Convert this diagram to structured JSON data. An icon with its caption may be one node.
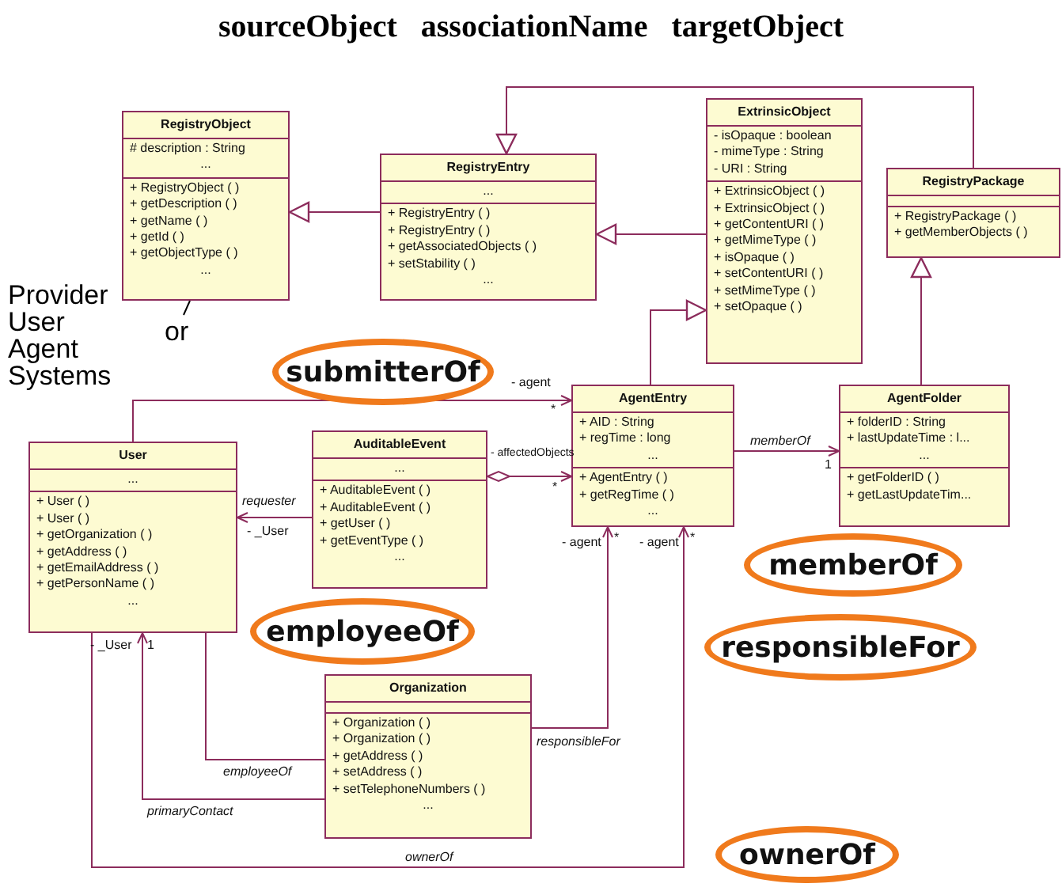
{
  "diagram": {
    "title": "sourceObject   associationName   targetObject",
    "nodes": [
      {
        "text": [
          "RegistryObject",
          "# description : String",
          "...",
          "+ RegistryObject ( )",
          "+ getDescription ( )",
          "+ getName ( )",
          "+ getId ( )",
          "+ getObjectType ( )",
          "..."
        ]
      },
      {
        "text": [
          "RegistryEntry",
          "...",
          "+ RegistryEntry ( )",
          "+ RegistryEntry ( )",
          "+ getAssociatedObjects ( )",
          "+ setStability ( )",
          "..."
        ]
      },
      {
        "text": [
          "ExtrinsicObject",
          "- isOpaque : boolean",
          "- mimeType : String",
          "- URI : String",
          "+ ExtrinsicObject ( )",
          "+ ExtrinsicObject ( )",
          "+ getContentURI ( )",
          "+ getMimeType ( )",
          "+ isOpaque ( )",
          "+ setContentURI ( )",
          "+ setMimeType ( )",
          "+ setOpaque ( )"
        ]
      },
      {
        "text": [
          "RegistryPackage",
          "+ RegistryPackage ( )",
          "+ getMemberObjects ( )"
        ]
      },
      {
        "text": [
          "User",
          "...",
          "+ User ( )",
          "+ User ( )",
          "+ getOrganization ( )",
          "+ getAddress ( )",
          "+ getEmailAddress ( )",
          "+ getPersonName ( )",
          "..."
        ]
      },
      {
        "text": [
          "AuditableEvent",
          "...",
          "+ AuditableEvent ( )",
          "+ AuditableEvent ( )",
          "+ getUser ( )",
          "+ getEventType ( )",
          "..."
        ]
      },
      {
        "text": [
          "AgentEntry",
          "+ AID : String",
          "+ regTime : long",
          "...",
          "+ AgentEntry ( )",
          "+ getRegTime ( )",
          "..."
        ]
      },
      {
        "text": [
          "AgentFolder",
          "+ folderID : String",
          "+ lastUpdateTime : l...",
          "...",
          "+ getFolderID ( )",
          "+ getLastUpdateTim..."
        ]
      },
      {
        "text": [
          "Organization",
          "+ Organization ( )",
          "+ Organization ( )",
          "+ getAddress ( )",
          "+ setAddress ( )",
          "+ setTelephoneNumbers ( )",
          "..."
        ]
      },
      {
        "text": [
          "submitterOf"
        ]
      },
      {
        "text": [
          "memberOf"
        ]
      },
      {
        "text": [
          "responsibleFor"
        ]
      },
      {
        "text": [
          "employeeOf"
        ]
      },
      {
        "text": [
          "ownerOf"
        ]
      }
    ],
    "edges": [
      {
        "from": 1,
        "to": 0,
        "arrow": "to"
      },
      {
        "from": 2,
        "to": 1,
        "arrow": "to"
      },
      {
        "from": 3,
        "to": 1,
        "arrow": "to"
      },
      {
        "from": 6,
        "to": 2,
        "arrow": "to"
      },
      {
        "from": 7,
        "to": 3,
        "arrow": "to"
      },
      {
        "from": 4,
        "to": 6,
        "arrow": "to"
      },
      {
        "from": 5,
        "to": 6,
        "arrow": "to"
      },
      {
        "from": 5,
        "to": 4,
        "arrow": "to",
        "label": "requester"
      },
      {
        "from": 6,
        "to": 7,
        "arrow": "to",
        "label": "memberOf"
      },
      {
        "from": 4,
        "to": 8,
        "arrow": "none",
        "label": "employeeOf"
      },
      {
        "from": 8,
        "to": 4,
        "arrow": "to",
        "label": "primaryContact"
      },
      {
        "from": 8,
        "to": 6,
        "arrow": "to",
        "label": "responsibleFor"
      },
      {
        "from": 4,
        "to": 6,
        "arrow": "to",
        "label": "ownerOf"
      }
    ],
    "labels": [
      "Provider User Agent Systems",
      "or",
      "- agent",
      "*",
      "- affectedObjects",
      "*",
      "- _User",
      "1",
      "- agent",
      "*",
      "- agent",
      "*",
      "- _User",
      "1"
    ]
  }
}
